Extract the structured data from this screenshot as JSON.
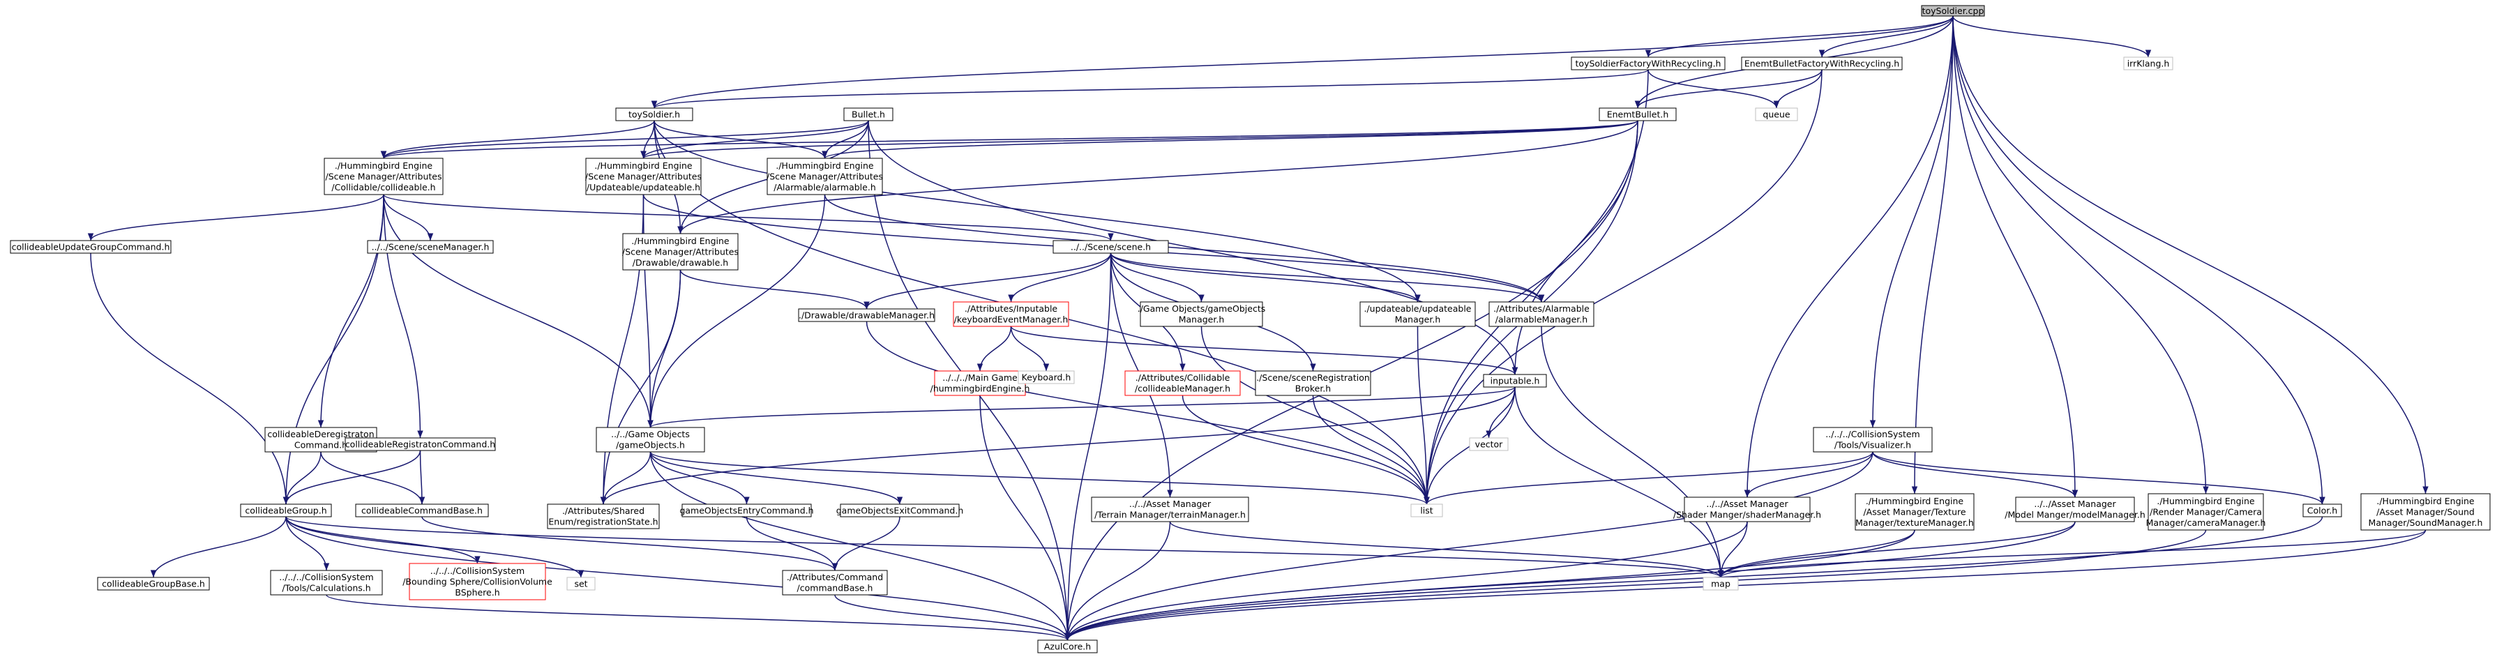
{
  "colors": {
    "edge": "#191970",
    "box_normal": "#000000",
    "box_truncated": "#ff0000",
    "box_external": "#bfbfbf",
    "root_fill": "#bfbfbf",
    "text": "#000000",
    "external_text": "#8a8a8a"
  },
  "nodes": [
    {
      "id": "root",
      "lines": [
        "toySoldier.cpp"
      ],
      "style": "root"
    },
    {
      "id": "tsfwr",
      "lines": [
        "toySoldierFactoryWithRecycling.h"
      ],
      "style": "normal"
    },
    {
      "id": "ebfwr",
      "lines": [
        "EnemtBulletFactoryWithRecycling.h"
      ],
      "style": "normal"
    },
    {
      "id": "irrk",
      "lines": [
        "irrKlang.h"
      ],
      "style": "external"
    },
    {
      "id": "toys",
      "lines": [
        "toySoldier.h"
      ],
      "style": "normal"
    },
    {
      "id": "bullet",
      "lines": [
        "Bullet.h"
      ],
      "style": "normal"
    },
    {
      "id": "queue",
      "lines": [
        "queue"
      ],
      "style": "external"
    },
    {
      "id": "enemb",
      "lines": [
        "EnemtBullet.h"
      ],
      "style": "normal"
    },
    {
      "id": "collh",
      "lines": [
        "./Hummingbird Engine",
        "/Scene Manager/Attributes",
        "/Collidable/collideable.h"
      ],
      "style": "normal"
    },
    {
      "id": "updh",
      "lines": [
        "./Hummingbird Engine",
        "/Scene Manager/Attributes",
        "/Updateable/updateable.h"
      ],
      "style": "normal"
    },
    {
      "id": "alarmh",
      "lines": [
        "./Hummingbird Engine",
        "/Scene Manager/Attributes",
        "/Alarmable/alarmable.h"
      ],
      "style": "normal"
    },
    {
      "id": "cugc",
      "lines": [
        "collideableUpdateGroupCommand.h"
      ],
      "style": "normal"
    },
    {
      "id": "scnmgr",
      "lines": [
        "../../Scene/sceneManager.h"
      ],
      "style": "normal"
    },
    {
      "id": "scene",
      "lines": [
        "../../Scene/scene.h"
      ],
      "style": "normal"
    },
    {
      "id": "drawh",
      "lines": [
        "./Hummingbird Engine",
        "/Scene Manager/Attributes",
        "/Drawable/drawable.h"
      ],
      "style": "normal"
    },
    {
      "id": "drawmgr",
      "lines": [
        "./Drawable/drawableManager.h"
      ],
      "style": "normal"
    },
    {
      "id": "kbmgr",
      "lines": [
        "./Attributes/Inputable",
        "/keyboardEventManager.h"
      ],
      "style": "truncated"
    },
    {
      "id": "gobjmgr",
      "lines": [
        "./Game Objects/gameObjects",
        "Manager.h"
      ],
      "style": "normal"
    },
    {
      "id": "updmgr",
      "lines": [
        "./updateable/updateable",
        "Manager.h"
      ],
      "style": "normal"
    },
    {
      "id": "almgr",
      "lines": [
        "./Attributes/Alarmable",
        "/alarmableManager.h"
      ],
      "style": "normal"
    },
    {
      "id": "hbe",
      "lines": [
        "../../../Main Game",
        "/hummingbirdEngine.h"
      ],
      "style": "truncated"
    },
    {
      "id": "kb",
      "lines": [
        "Keyboard.h"
      ],
      "style": "external"
    },
    {
      "id": "colmgr",
      "lines": [
        "./Attributes/Collidable",
        "/collideableManager.h"
      ],
      "style": "truncated"
    },
    {
      "id": "srb",
      "lines": [
        "./Scene/sceneRegistration",
        "Broker.h"
      ],
      "style": "normal"
    },
    {
      "id": "inputable",
      "lines": [
        "inputable.h"
      ],
      "style": "normal"
    },
    {
      "id": "cdc",
      "lines": [
        "collideableDeregistraton",
        "Command.h"
      ],
      "style": "normal"
    },
    {
      "id": "crc",
      "lines": [
        "collideableRegistratonCommand.h"
      ],
      "style": "normal"
    },
    {
      "id": "gobj",
      "lines": [
        "../../Game Objects",
        "/gameObjects.h"
      ],
      "style": "normal"
    },
    {
      "id": "vector",
      "lines": [
        "vector"
      ],
      "style": "external"
    },
    {
      "id": "cviz",
      "lines": [
        "../../../CollisionSystem",
        "/Tools/Visualizer.h"
      ],
      "style": "normal"
    },
    {
      "id": "cgrp",
      "lines": [
        "collideableGroup.h"
      ],
      "style": "normal"
    },
    {
      "id": "ccb",
      "lines": [
        "collideableCommandBase.h"
      ],
      "style": "normal"
    },
    {
      "id": "regstate",
      "lines": [
        "./Attributes/Shared",
        "Enum/registrationState.h"
      ],
      "style": "normal"
    },
    {
      "id": "goec",
      "lines": [
        "gameObjectsEntryCommand.h"
      ],
      "style": "normal"
    },
    {
      "id": "goxc",
      "lines": [
        "gameObjectsExitCommand.h"
      ],
      "style": "normal"
    },
    {
      "id": "list",
      "lines": [
        "list"
      ],
      "style": "external"
    },
    {
      "id": "terrain",
      "lines": [
        "../../Asset Manager",
        "/Terrain Manager/terrainManager.h"
      ],
      "style": "normal"
    },
    {
      "id": "shader",
      "lines": [
        "../../Asset Manager",
        "/Shader Manger/shaderManager.h"
      ],
      "style": "normal"
    },
    {
      "id": "texture",
      "lines": [
        "./Hummingbird Engine",
        "/Asset Manager/Texture",
        "Manager/textureManager.h"
      ],
      "style": "normal"
    },
    {
      "id": "model",
      "lines": [
        "../../Asset Manager",
        "/Model Manger/modelManager.h"
      ],
      "style": "normal"
    },
    {
      "id": "camera",
      "lines": [
        "./Hummingbird Engine",
        "/Render Manager/Camera",
        "Manager/cameraManager.h"
      ],
      "style": "normal"
    },
    {
      "id": "color",
      "lines": [
        "Color.h"
      ],
      "style": "normal"
    },
    {
      "id": "sound",
      "lines": [
        "./Hummingbird Engine",
        "/Asset Manager/Sound",
        "Manager/SoundManager.h"
      ],
      "style": "normal"
    },
    {
      "id": "cgb",
      "lines": [
        "collideableGroupBase.h"
      ],
      "style": "normal"
    },
    {
      "id": "calc",
      "lines": [
        "../../../CollisionSystem",
        "/Tools/Calculations.h"
      ],
      "style": "normal"
    },
    {
      "id": "bsphere",
      "lines": [
        "../../../CollisionSystem",
        "/Bounding Sphere/CollisionVolume",
        "BSphere.h"
      ],
      "style": "truncated"
    },
    {
      "id": "set",
      "lines": [
        "set"
      ],
      "style": "external"
    },
    {
      "id": "cmdbase",
      "lines": [
        "./Attributes/Command",
        "/commandBase.h"
      ],
      "style": "normal"
    },
    {
      "id": "map",
      "lines": [
        "map"
      ],
      "style": "external"
    },
    {
      "id": "azul",
      "lines": [
        "AzulCore.h"
      ],
      "style": "normal"
    }
  ]
}
